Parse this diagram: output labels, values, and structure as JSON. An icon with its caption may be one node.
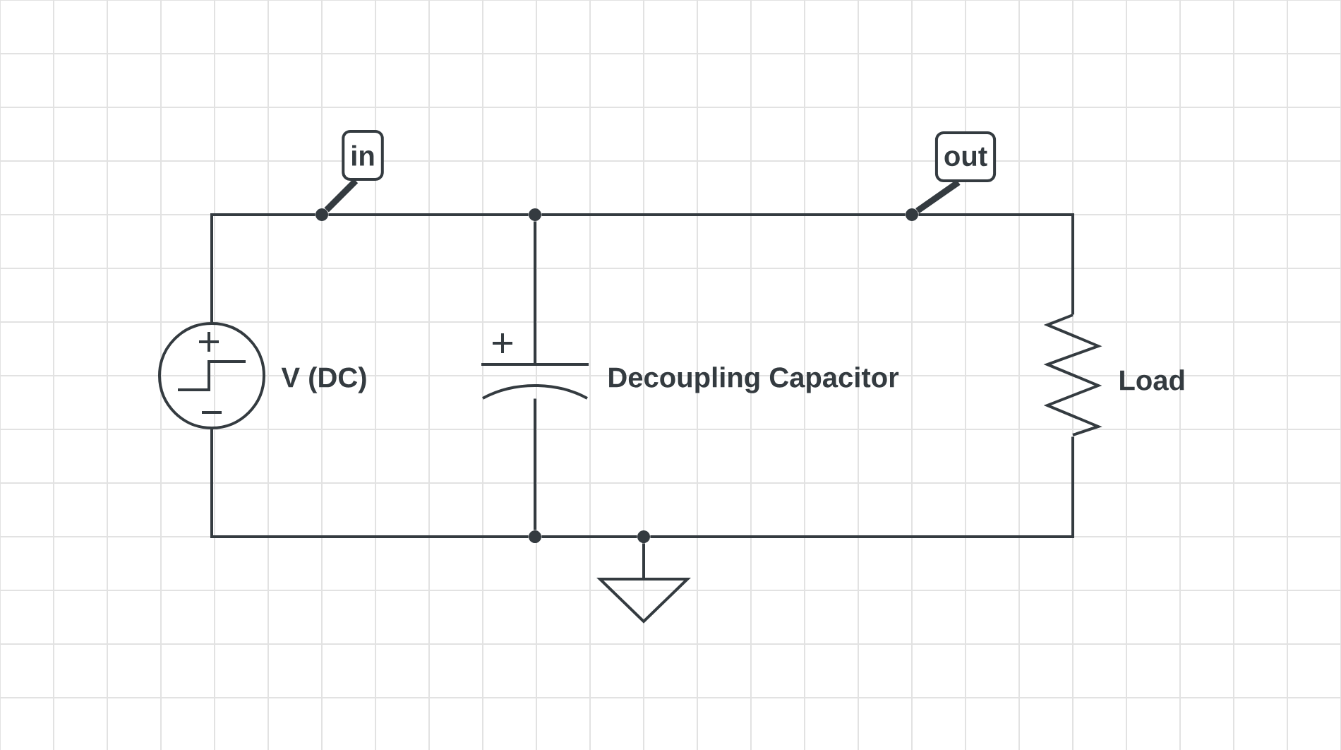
{
  "diagram": {
    "nodes": [
      {
        "text": [
          "in"
        ]
      },
      {
        "text": [
          "out"
        ]
      },
      {
        "text": [],
        "shape": "circle",
        "beside": [
          "V (DC)"
        ]
      },
      {
        "text": [],
        "shape": "capacitor",
        "beside": [
          "Decoupling Capacitor"
        ]
      },
      {
        "text": [],
        "shape": "resistor",
        "beside": [
          "Load"
        ]
      },
      {
        "text": [],
        "shape": "ground"
      },
      {
        "text": [],
        "shape": "dot"
      },
      {
        "text": [],
        "shape": "dot"
      },
      {
        "text": [],
        "shape": "dot"
      },
      {
        "text": [],
        "shape": "dot"
      },
      {
        "text": [],
        "shape": "dot"
      }
    ],
    "edges": [
      {
        "from": 2,
        "to": 6,
        "arrow": "none"
      },
      {
        "from": 6,
        "to": 7,
        "arrow": "none"
      },
      {
        "from": 7,
        "to": 8,
        "arrow": "none"
      },
      {
        "from": 8,
        "to": 4,
        "arrow": "none"
      },
      {
        "from": 7,
        "to": 3,
        "arrow": "none"
      },
      {
        "from": 2,
        "to": 9,
        "arrow": "none"
      },
      {
        "from": 9,
        "to": 10,
        "arrow": "none"
      },
      {
        "from": 10,
        "to": 4,
        "arrow": "none"
      },
      {
        "from": 9,
        "to": 3,
        "arrow": "none"
      },
      {
        "from": 10,
        "to": 5,
        "arrow": "none"
      },
      {
        "from": 0,
        "to": 6,
        "arrow": "none",
        "style": "thick"
      },
      {
        "from": 1,
        "to": 8,
        "arrow": "none",
        "style": "thick"
      }
    ]
  }
}
